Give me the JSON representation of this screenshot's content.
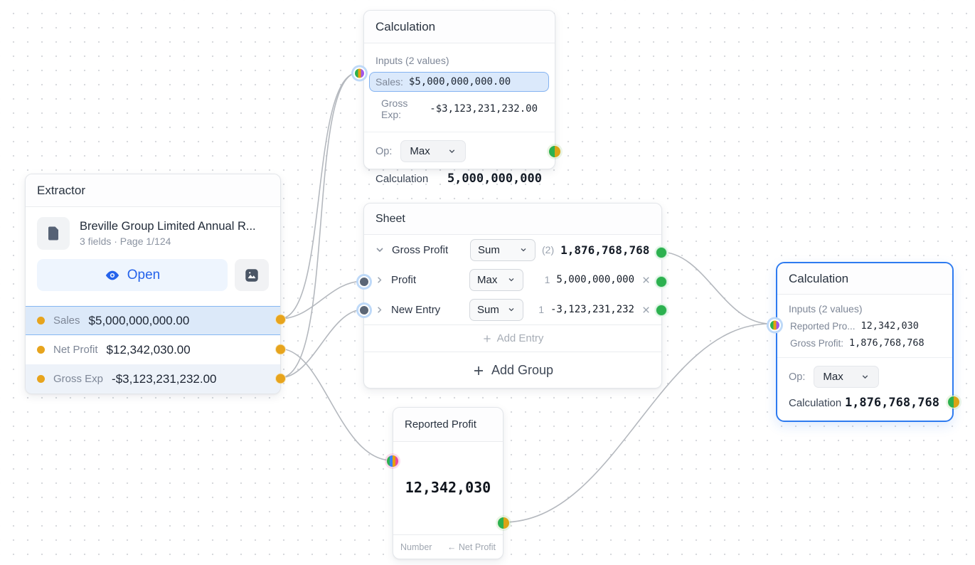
{
  "colors": {
    "selection_blue": "#2e7bf0",
    "wire_gray": "#b4b8be",
    "port_yellow": "#e7a41d",
    "port_green": "#2cb14f",
    "port_purple": "#a256e8",
    "port_blue": "#3b82f6",
    "port_pink": "#ec4899",
    "highlight_bg": "#dbe9fb"
  },
  "nodes": {
    "calc_top": {
      "title": "Calculation",
      "inputs_label": "Inputs (2 values)",
      "input_rows": [
        {
          "label": "Sales:",
          "value": "$5,000,000,000.00"
        },
        {
          "label": "Gross Exp:",
          "value": "-$3,123,231,232.00"
        }
      ],
      "op_label": "Op:",
      "op_value": "Max",
      "result_label": "Calculation",
      "result_value": "5,000,000,000"
    },
    "extractor": {
      "title": "Extractor",
      "doc_title": "Breville Group Limited Annual R...",
      "doc_meta": "3 fields · Page 1/124",
      "open_label": "Open",
      "fields": [
        {
          "name": "Sales",
          "value": "$5,000,000,000.00"
        },
        {
          "name": "Net Profit",
          "value": "$12,342,030.00"
        },
        {
          "name": "Gross Exp",
          "value": "-$3,123,231,232.00"
        }
      ]
    },
    "sheet": {
      "title": "Sheet",
      "group_row": {
        "name": "Gross Profit",
        "op": "Sum",
        "count": "(2)",
        "value": "1,876,768,768"
      },
      "entry_rows": [
        {
          "name": "Profit",
          "op": "Max",
          "count": "1",
          "value": "5,000,000,000"
        },
        {
          "name": "New Entry",
          "op": "Sum",
          "count": "1",
          "value": "-3,123,231,232"
        }
      ],
      "add_entry_label": "Add Entry",
      "add_group_label": "Add Group"
    },
    "calc_right": {
      "title": "Calculation",
      "inputs_label": "Inputs (2 values)",
      "input_rows": [
        {
          "label": "Reported Pro...",
          "value": "12,342,030"
        },
        {
          "label": "Gross Profit:",
          "value": "1,876,768,768"
        }
      ],
      "op_label": "Op:",
      "op_value": "Max",
      "result_label": "Calculation",
      "result_value": "1,876,768,768"
    },
    "reported_profit": {
      "title": "Reported Profit",
      "value": "12,342,030",
      "type_label": "Number",
      "source_label": "← Net Profit"
    }
  }
}
